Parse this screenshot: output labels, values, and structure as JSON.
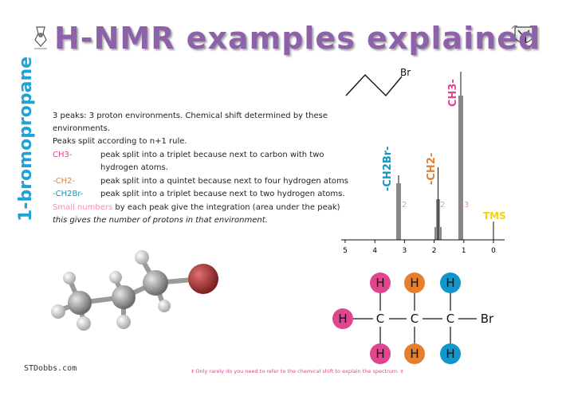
{
  "title": "H-NMR examples explained",
  "side_title": "1-bromopropane",
  "lines": {
    "l1": "3 peaks: 3 proton environments. Chemical shift determined by these",
    "l2": "environments.",
    "l3": "Peaks split according to n+1 rule.",
    "ch3_label": "CH3-",
    "ch3_text_a": "peak split into a triplet because next to carbon with two",
    "ch3_text_b": "hydrogen atoms.",
    "ch2_label": "-CH2-",
    "ch2_text": "peak split into a quintet because next to four hydrogen atoms",
    "ch2br_label": "-CH2Br-",
    "ch2br_text": "peak split into a triplet because next to two hydrogen atoms.",
    "small_numbers": "Small numbers",
    "integration": " by each peak give the integration (area under the peak)",
    "italic": "this gives the number of protons in that environment."
  },
  "spectrum": {
    "tms": "TMS",
    "peak_labels": {
      "ch2br": "-CH2Br-",
      "ch2": "-CH2-",
      "ch3": "CH3-"
    },
    "integrations": [
      "2",
      "2",
      "3"
    ],
    "axis_ticks": [
      "5",
      "4",
      "3",
      "2",
      "1",
      "0"
    ]
  },
  "structure": {
    "br": "Br",
    "atoms": {
      "c": "C",
      "h": "H",
      "br": "Br"
    }
  },
  "signature": "STDobbs.com",
  "footer": "‡ Only rarely do you need to refer to the chemical shift to explain the spectrum. ‡",
  "colors": {
    "pink": "#e0458f",
    "orange": "#e57f2d",
    "blue": "#1295c9",
    "purple": "#8e62a9",
    "yellow": "#f2d20f"
  }
}
